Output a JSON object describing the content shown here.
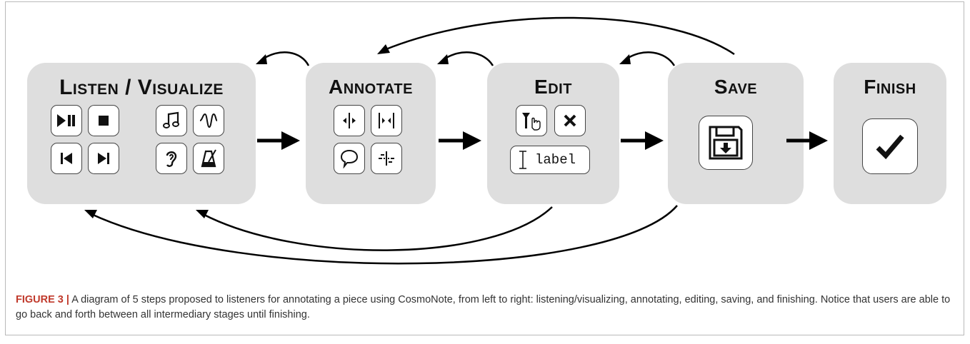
{
  "stages": {
    "listen": {
      "title": "Listen / Visualize"
    },
    "annotate": {
      "title": "Annotate"
    },
    "edit": {
      "title": "Edit",
      "label_text": "label"
    },
    "save": {
      "title": "Save"
    },
    "finish": {
      "title": "Finish"
    }
  },
  "icons": {
    "listen": [
      "play-pause-icon",
      "stop-icon",
      "music-note-icon",
      "waveform-icon",
      "skip-back-icon",
      "skip-forward-icon",
      "ear-icon",
      "metronome-icon"
    ],
    "annotate": [
      "boundary-icon",
      "region-icon",
      "comment-icon",
      "transition-icon"
    ],
    "edit": [
      "select-pointer-icon",
      "delete-icon",
      "text-cursor-icon"
    ],
    "save": [
      "floppy-disk-icon"
    ],
    "finish": [
      "checkmark-icon"
    ]
  },
  "caption": {
    "figure_label": "FIGURE 3",
    "separator": "|",
    "text": " A diagram of 5 steps proposed to listeners for annotating a piece using CosmoNote, from left to right: listening/visualizing, annotating, editing, saving, and finishing. Notice that users are able to go back and forth between all intermediary stages until finishing."
  },
  "colors": {
    "stage_fill": "#dedede",
    "caption_label": "#c0392b",
    "arrow": "#000000"
  }
}
